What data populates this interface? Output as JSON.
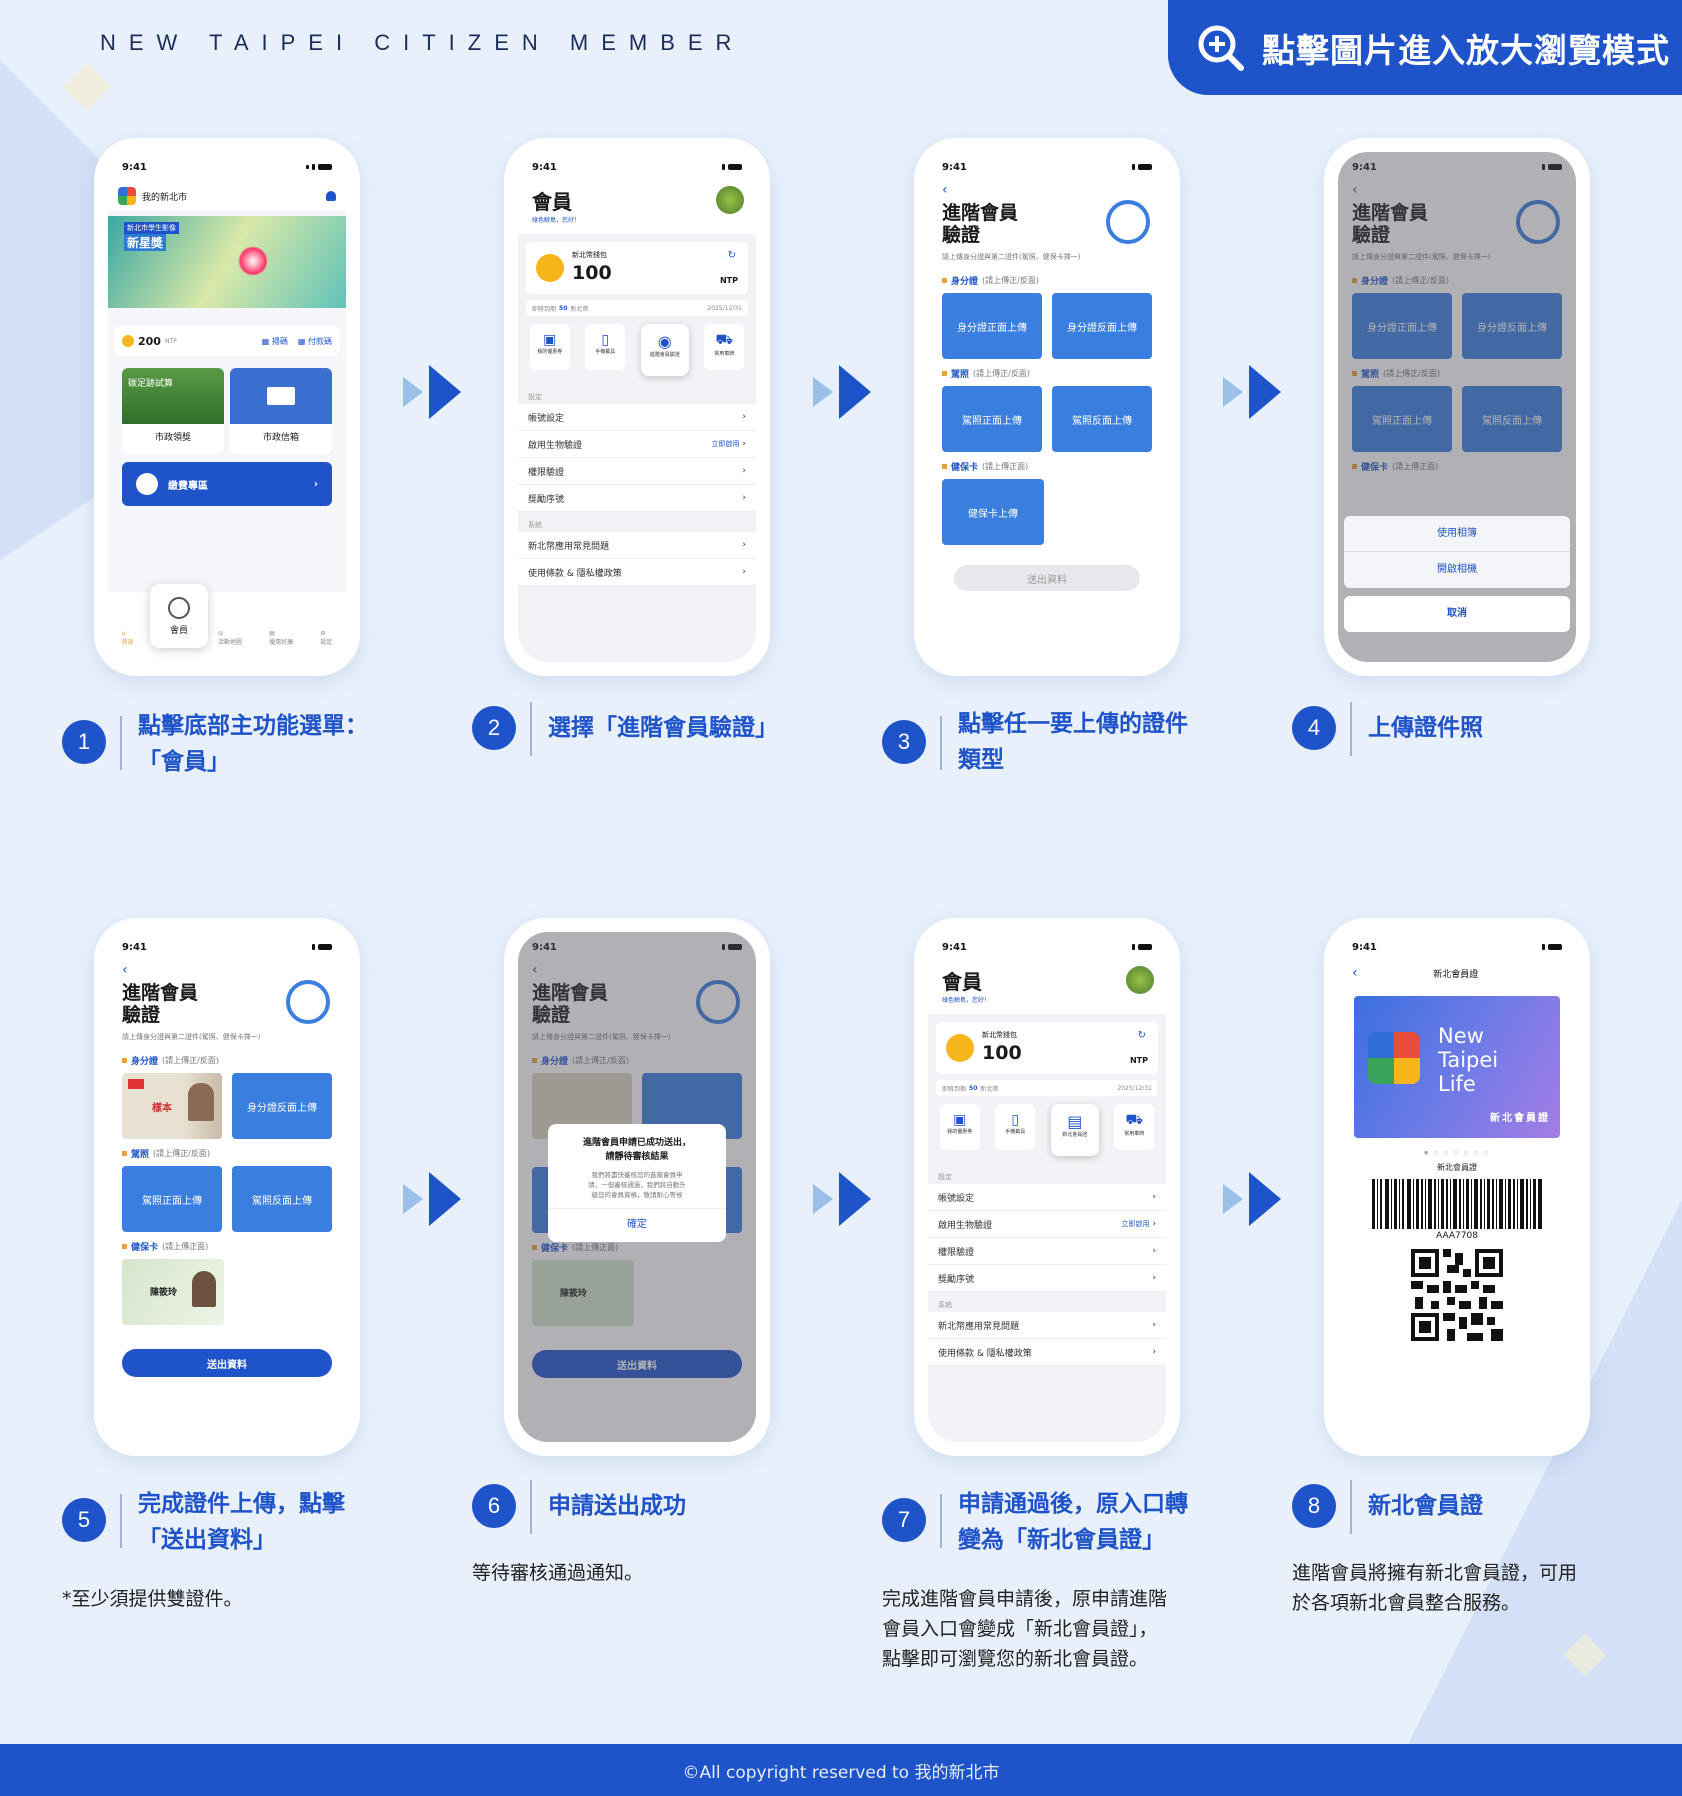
{
  "header": {
    "title": "NEW TAIPEI CITIZEN MEMBER",
    "zoom_label": "點擊圖片進入放大瀏覽模式"
  },
  "footer": "©All copyright reserved to 我的新北市",
  "colors": {
    "primary": "#1f53c9",
    "tile": "#3a7ee0",
    "bg": "#e8f0fb"
  },
  "status_time": "9:41",
  "steps": [
    {
      "num": "1",
      "title_l1": "點擊底部主功能選單：",
      "title_l2": "「會員」"
    },
    {
      "num": "2",
      "title_l1": "選擇「進階會員驗證」"
    },
    {
      "num": "3",
      "title_l1": "點擊任一要上傳的證件",
      "title_l2": "類型"
    },
    {
      "num": "4",
      "title_l1": "上傳證件照"
    },
    {
      "num": "5",
      "title_l1": "完成證件上傳，點擊",
      "title_l2": "「送出資料」",
      "desc": "*至少須提供雙證件。"
    },
    {
      "num": "6",
      "title_l1": "申請送出成功",
      "desc": "等待審核通過通知。"
    },
    {
      "num": "7",
      "title_l1": "申請通過後，原入口轉",
      "title_l2": "變為「新北會員證」",
      "desc_l1": "完成進階會員申請後，原申請進階",
      "desc_l2": "會員入口會變成「新北會員證」，",
      "desc_l3": "點擊即可瀏覽您的新北會員證。"
    },
    {
      "num": "8",
      "title_l1": "新北會員證",
      "desc_l1": "進階會員將擁有新北會員證，可用",
      "desc_l2": "於各項新北會員整合服務。"
    }
  ],
  "home": {
    "app_name": "我的新北市",
    "banner_tag": "新北市學生影像",
    "banner_title": "新星獎",
    "points": "200",
    "points_unit": "NTP",
    "scan": "掃碼",
    "pay": "付款碼",
    "card1": "市政領獎",
    "card2": "市政信箱",
    "card1_tag": "碳足跡試算",
    "pay_zone": "繳費專區",
    "member_tab": "會員",
    "nav": [
      "首頁",
      "",
      "活動地圖",
      "優惠好康",
      "設定"
    ]
  },
  "member": {
    "title": "會員",
    "greeting": "綠色鯨島，您好！",
    "wallet_label": "新北幣錢包",
    "wallet_value": "100",
    "wallet_unit": "NTP",
    "expire_prefix": "即將到期",
    "expire_value": "50",
    "expire_suffix": "新北幣",
    "expire_date": "2025/12/31",
    "shortcuts": [
      "我的優惠券",
      "手機載具",
      "進階會員驗證",
      "常用車牌"
    ],
    "shortcuts_after": [
      "我的優惠券",
      "手機載具",
      "新北會員證",
      "常用車牌"
    ],
    "section_settings": "設定",
    "settings": [
      "帳號設定",
      "啟用生物驗證",
      "權限驗證",
      "獎勵序號"
    ],
    "bio_action": "立即啟用",
    "section_system": "系統",
    "system": [
      "新北幣應用常見問題",
      "使用條款 & 隱私權政策"
    ]
  },
  "verify": {
    "title_l1": "進階會員",
    "title_l2": "驗證",
    "subtitle": "請上傳身分證與第二證件(駕照、健保卡擇一)",
    "id_label": "身分證",
    "id_note": "(請上傳正/反面)",
    "id_front": "身分證正面上傳",
    "id_back": "身分證反面上傳",
    "dl_label": "駕照",
    "dl_note": "(請上傳正/反面)",
    "dl_front": "駕照正面上傳",
    "dl_back": "駕照反面上傳",
    "nhi_label": "健保卡",
    "nhi_note": "(請上傳正面)",
    "nhi_upload": "健保卡上傳",
    "submit": "送出資料",
    "sheet_album": "使用相簿",
    "sheet_camera": "開啟相機",
    "sheet_cancel": "取消",
    "nhi_name": "陳筱玲",
    "id_stamp": "樣本"
  },
  "dialog": {
    "title_l1": "進階會員申請已成功送出，",
    "title_l2": "請靜待審核結果",
    "body_l1": "我們將盡快審核您的進階會員申",
    "body_l2": "請，一但審核通過，我們將自動升",
    "body_l3": "級您的會員資格，敬請耐心等候",
    "confirm": "確定"
  },
  "card": {
    "header": "新北會員證",
    "logo_l1": "New",
    "logo_l2": "Taipei",
    "logo_l3": "Life",
    "badge": "新北會員證",
    "barcode_label": "新北會員證",
    "barcode_value": "AAA7708"
  }
}
